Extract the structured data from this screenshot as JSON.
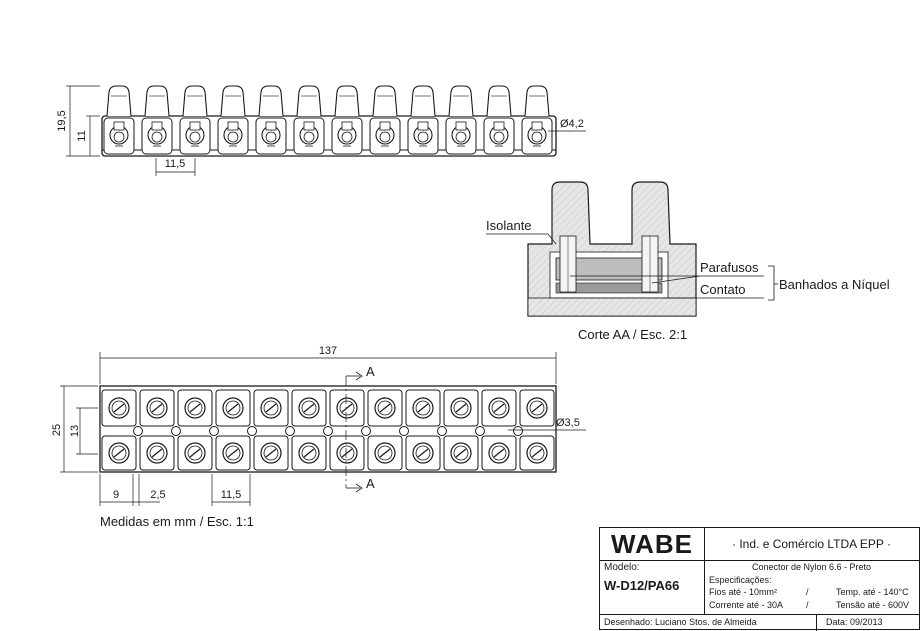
{
  "top_view": {
    "dim_height_total": "19,5",
    "dim_height_body": "11",
    "dim_pitch": "11,5",
    "dim_hole": "Ø4,2",
    "positions": 12
  },
  "section": {
    "label_isolante": "Isolante",
    "label_parafusos": "Parafusos",
    "label_contato": "Contato",
    "label_banhados": "Banhados a Níquel",
    "caption": "Corte AA / Esc. 2:1"
  },
  "plan_view": {
    "dim_length": "137",
    "dim_width": "25",
    "dim_inner": "13",
    "dim_edge": "9",
    "dim_gap": "2,5",
    "dim_pitch": "11,5",
    "dim_hole": "Ø3,5",
    "section_mark_top": "A",
    "section_mark_bottom": "A",
    "caption": "Medidas em mm / Esc. 1:1"
  },
  "title_block": {
    "logo": "WABE",
    "company": "· Ind. e Comércio LTDA EPP ·",
    "model_label": "Modelo:",
    "model_value": "W-D12/PA66",
    "description": "Conector de Nylon 6.6 - Preto",
    "specs_label": "Especificações:",
    "spec_wires": "Fios até - 10mm²",
    "spec_sep1": "/",
    "spec_temp": "Temp. até - 140°C",
    "spec_current": "Corrente até - 30A",
    "spec_sep2": "/",
    "spec_voltage": "Tensão até - 600V",
    "designer": "Desenhado: Luciano Stos. de Almeida",
    "date": "Data: 09/2013"
  }
}
